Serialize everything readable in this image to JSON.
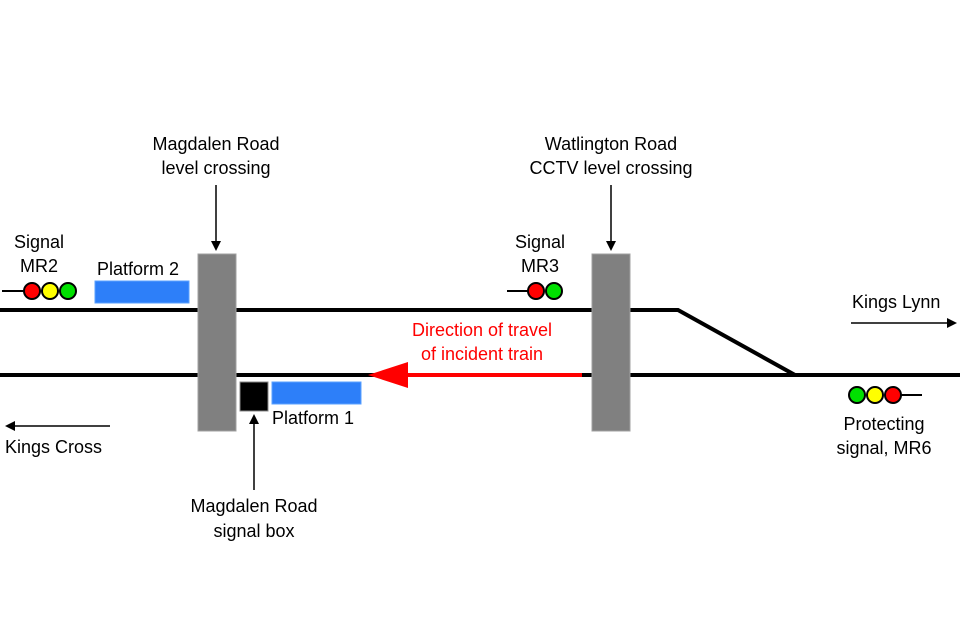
{
  "title": "Magdalen Road track layout diagram",
  "colors": {
    "track": "#000000",
    "crossing": "#808080",
    "platform": "#2d7ff9",
    "signal_box": "#000000",
    "signal_red": "#ff0000",
    "signal_yellow": "#ffff00",
    "signal_green": "#00e000",
    "direction": "#ff0000"
  },
  "crossings": {
    "magdalen": {
      "line1": "Magdalen Road",
      "line2": "level crossing"
    },
    "watlington": {
      "line1": "Watlington Road",
      "line2": "CCTV level crossing"
    }
  },
  "signals": {
    "mr2": {
      "line1": "Signal",
      "line2": "MR2",
      "aspects": [
        "red",
        "yellow",
        "green"
      ]
    },
    "mr3": {
      "line1": "Signal",
      "line2": "MR3",
      "aspects": [
        "red",
        "green"
      ]
    },
    "mr6": {
      "line1": "Protecting",
      "line2": "signal, MR6",
      "aspects": [
        "green",
        "yellow",
        "red"
      ]
    }
  },
  "platforms": {
    "p1": "Platform 1",
    "p2": "Platform 2"
  },
  "signal_box": {
    "line1": "Magdalen Road",
    "line2": "signal box"
  },
  "direction": {
    "line1": "Direction of travel",
    "line2": "of incident train"
  },
  "destinations": {
    "east": "Kings Lynn",
    "west": "Kings Cross"
  }
}
